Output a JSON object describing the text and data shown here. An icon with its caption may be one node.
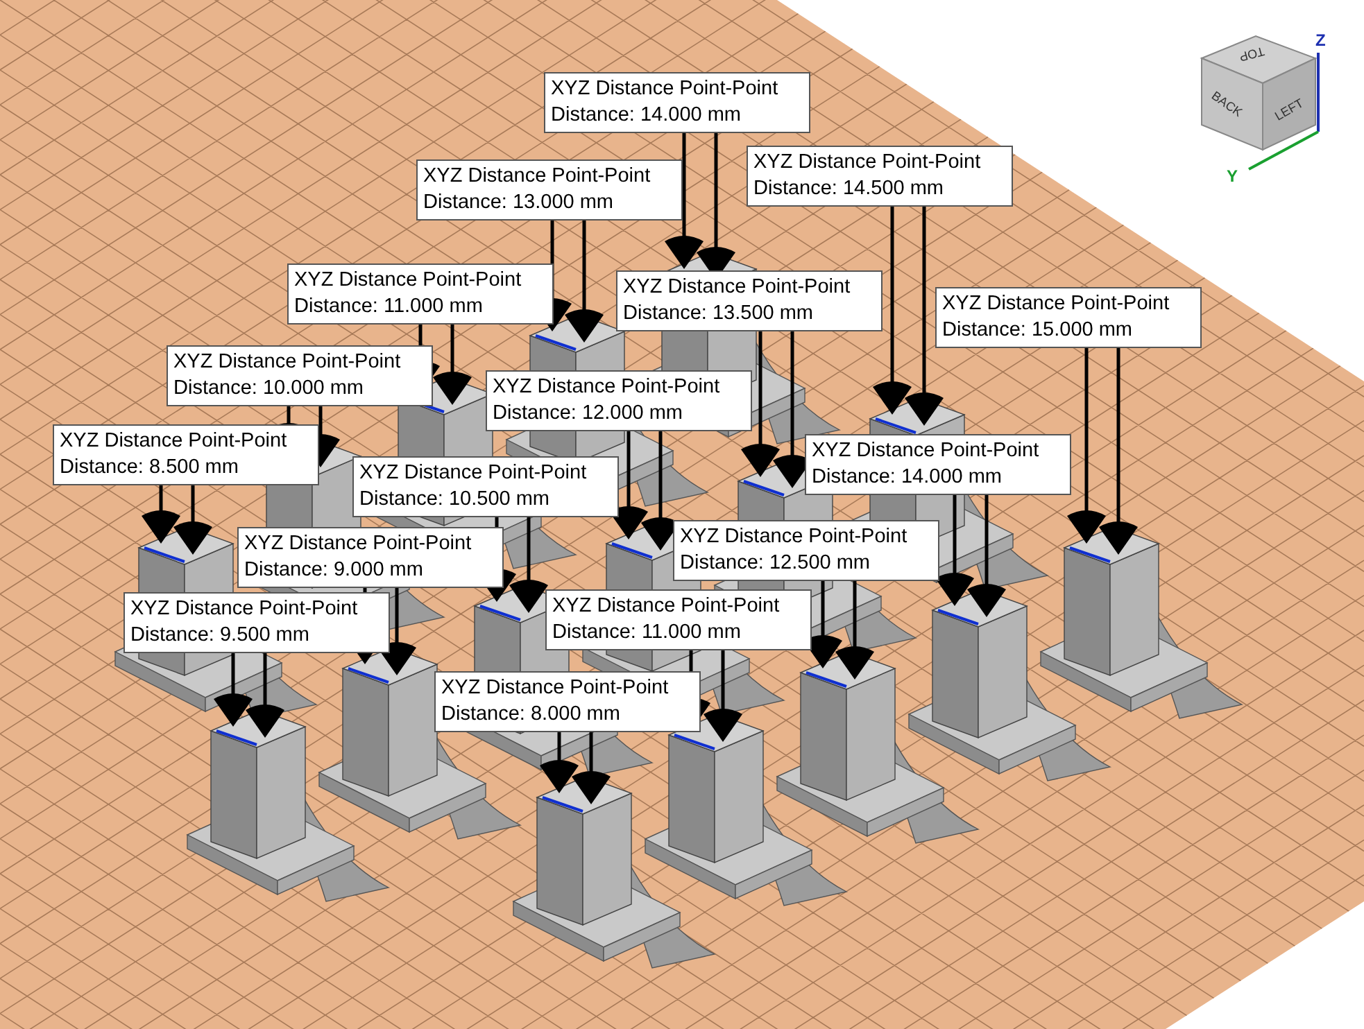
{
  "diagram": {
    "nodes": [
      {
        "text": [
          "XYZ Distance Point-Point",
          "Distance: 14.000 mm"
        ]
      },
      {
        "text": [
          "XYZ Distance Point-Point",
          "Distance: 14.500 mm"
        ]
      },
      {
        "text": [
          "XYZ Distance Point-Point",
          "Distance: 13.000 mm"
        ]
      },
      {
        "text": [
          "XYZ Distance Point-Point",
          "Distance: 11.000 mm"
        ]
      },
      {
        "text": [
          "XYZ Distance Point-Point",
          "Distance: 13.500 mm"
        ]
      },
      {
        "text": [
          "XYZ Distance Point-Point",
          "Distance: 15.000 mm"
        ]
      },
      {
        "text": [
          "XYZ Distance Point-Point",
          "Distance: 10.000 mm"
        ]
      },
      {
        "text": [
          "XYZ Distance Point-Point",
          "Distance: 12.000 mm"
        ]
      },
      {
        "text": [
          "XYZ Distance Point-Point",
          "Distance: 8.500 mm"
        ]
      },
      {
        "text": [
          "XYZ Distance Point-Point",
          "Distance: 14.000 mm"
        ]
      },
      {
        "text": [
          "XYZ Distance Point-Point",
          "Distance: 10.500 mm"
        ]
      },
      {
        "text": [
          "XYZ Distance Point-Point",
          "Distance: 12.500 mm"
        ]
      },
      {
        "text": [
          "XYZ Distance Point-Point",
          "Distance: 9.000 mm"
        ]
      },
      {
        "text": [
          "XYZ Distance Point-Point",
          "Distance: 11.000 mm"
        ]
      },
      {
        "text": [
          "XYZ Distance Point-Point",
          "Distance: 9.500 mm"
        ]
      },
      {
        "text": [
          "XYZ Distance Point-Point",
          "Distance: 8.000 mm"
        ]
      },
      {
        "text": [],
        "shape": "picture"
      },
      {
        "text": [],
        "shape": "picture"
      },
      {
        "text": [],
        "shape": "picture"
      },
      {
        "text": [],
        "shape": "picture"
      },
      {
        "text": [],
        "shape": "picture"
      },
      {
        "text": [],
        "shape": "picture"
      },
      {
        "text": [],
        "shape": "picture"
      },
      {
        "text": [],
        "shape": "picture"
      },
      {
        "text": [],
        "shape": "picture"
      },
      {
        "text": [],
        "shape": "picture"
      },
      {
        "text": [],
        "shape": "picture"
      },
      {
        "text": [],
        "shape": "picture"
      },
      {
        "text": [],
        "shape": "picture"
      },
      {
        "text": [],
        "shape": "picture"
      },
      {
        "text": [],
        "shape": "picture"
      },
      {
        "text": [],
        "shape": "picture"
      }
    ],
    "edges": [
      {
        "from": 0,
        "to": 16,
        "arrow": "none"
      },
      {
        "from": 0,
        "to": 16,
        "arrow": "none"
      },
      {
        "from": 1,
        "to": 19,
        "arrow": "none"
      },
      {
        "from": 1,
        "to": 19,
        "arrow": "none"
      },
      {
        "from": 2,
        "to": 17,
        "arrow": "none"
      },
      {
        "from": 2,
        "to": 17,
        "arrow": "none"
      },
      {
        "from": 3,
        "to": 18,
        "arrow": "none"
      },
      {
        "from": 3,
        "to": 18,
        "arrow": "none"
      },
      {
        "from": 4,
        "to": 21,
        "arrow": "none"
      },
      {
        "from": 4,
        "to": 21,
        "arrow": "none"
      },
      {
        "from": 5,
        "to": 24,
        "arrow": "none"
      },
      {
        "from": 5,
        "to": 24,
        "arrow": "none"
      },
      {
        "from": 6,
        "to": 20,
        "arrow": "none"
      },
      {
        "from": 6,
        "to": 20,
        "arrow": "none"
      },
      {
        "from": 7,
        "to": 23,
        "arrow": "none"
      },
      {
        "from": 7,
        "to": 23,
        "arrow": "none"
      },
      {
        "from": 8,
        "to": 22,
        "arrow": "none"
      },
      {
        "from": 8,
        "to": 22,
        "arrow": "none"
      },
      {
        "from": 9,
        "to": 26,
        "arrow": "none"
      },
      {
        "from": 9,
        "to": 26,
        "arrow": "none"
      },
      {
        "from": 10,
        "to": 25,
        "arrow": "none"
      },
      {
        "from": 10,
        "to": 25,
        "arrow": "none"
      },
      {
        "from": 11,
        "to": 28,
        "arrow": "none"
      },
      {
        "from": 11,
        "to": 28,
        "arrow": "none"
      },
      {
        "from": 12,
        "to": 27,
        "arrow": "none"
      },
      {
        "from": 12,
        "to": 27,
        "arrow": "none"
      },
      {
        "from": 13,
        "to": 30,
        "arrow": "none"
      },
      {
        "from": 13,
        "to": 30,
        "arrow": "none"
      },
      {
        "from": 14,
        "to": 29,
        "arrow": "none"
      },
      {
        "from": 14,
        "to": 29,
        "arrow": "none"
      },
      {
        "from": 15,
        "to": 31,
        "arrow": "none"
      },
      {
        "from": 15,
        "to": 31,
        "arrow": "none"
      }
    ],
    "labels": [
      "TOP",
      "BACK",
      "LEFT",
      "Z",
      "Y"
    ]
  }
}
